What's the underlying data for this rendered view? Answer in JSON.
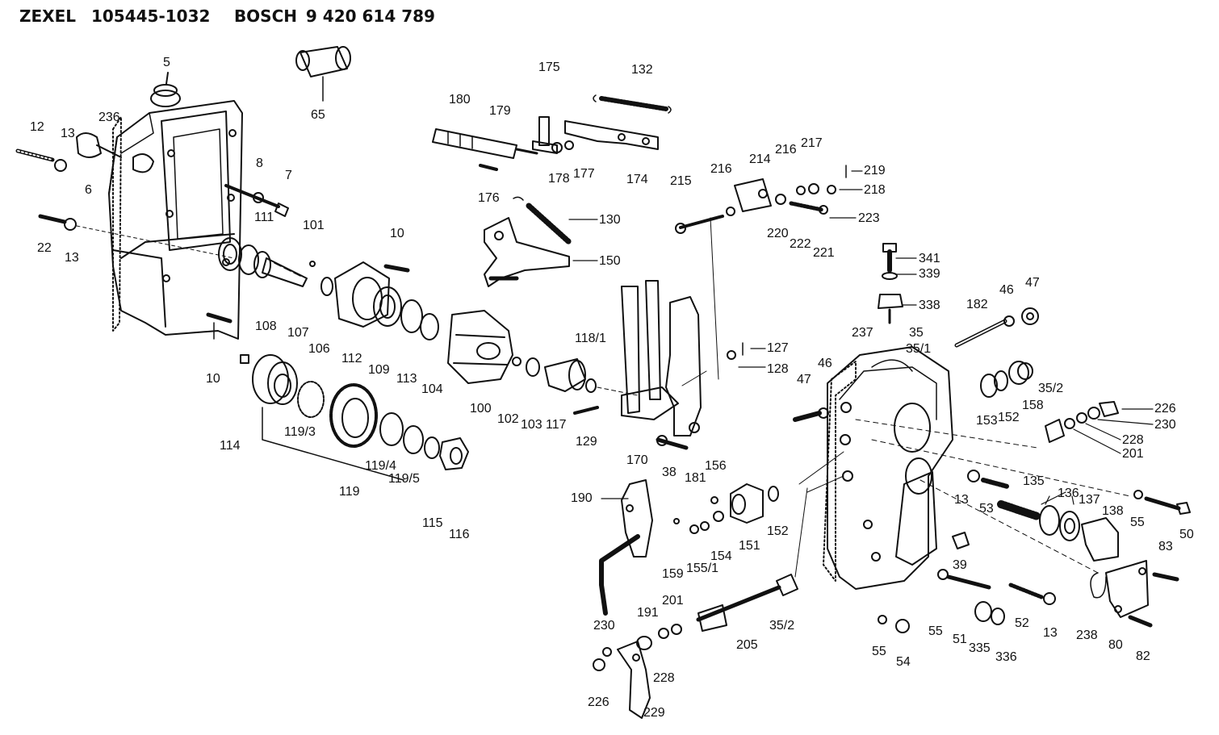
{
  "header": {
    "brand1": "ZEXEL",
    "part_number1": "105445-1032",
    "brand2": "BOSCH",
    "part_number2": "9 420 614 789"
  },
  "part_labels": [
    "5",
    "65",
    "175",
    "132",
    "180",
    "179",
    "178",
    "177",
    "174",
    "176",
    "130",
    "150",
    "12",
    "13",
    "236",
    "6",
    "8",
    "7",
    "22",
    "13",
    "111",
    "101",
    "10",
    "108",
    "107",
    "106",
    "112",
    "109",
    "113",
    "104",
    "100",
    "102",
    "103",
    "117",
    "118/1",
    "129",
    "10",
    "114",
    "119/3",
    "119",
    "119/4",
    "119/5",
    "115",
    "116",
    "170",
    "127",
    "128",
    "216",
    "214",
    "215",
    "216",
    "217",
    "219",
    "218",
    "220",
    "222",
    "221",
    "223",
    "341",
    "339",
    "338",
    "182",
    "46",
    "47",
    "237",
    "35",
    "35/1",
    "47",
    "46",
    "153",
    "152",
    "158",
    "35/2",
    "226",
    "230",
    "228",
    "201",
    "38",
    "181",
    "156",
    "190",
    "159",
    "155/1",
    "154",
    "151",
    "152",
    "13",
    "53",
    "135",
    "136",
    "137",
    "138",
    "55",
    "50",
    "83",
    "39",
    "230",
    "191",
    "201",
    "228",
    "205",
    "35/2",
    "55",
    "54",
    "55",
    "51",
    "335",
    "336",
    "52",
    "13",
    "238",
    "80",
    "82",
    "226",
    "229"
  ]
}
